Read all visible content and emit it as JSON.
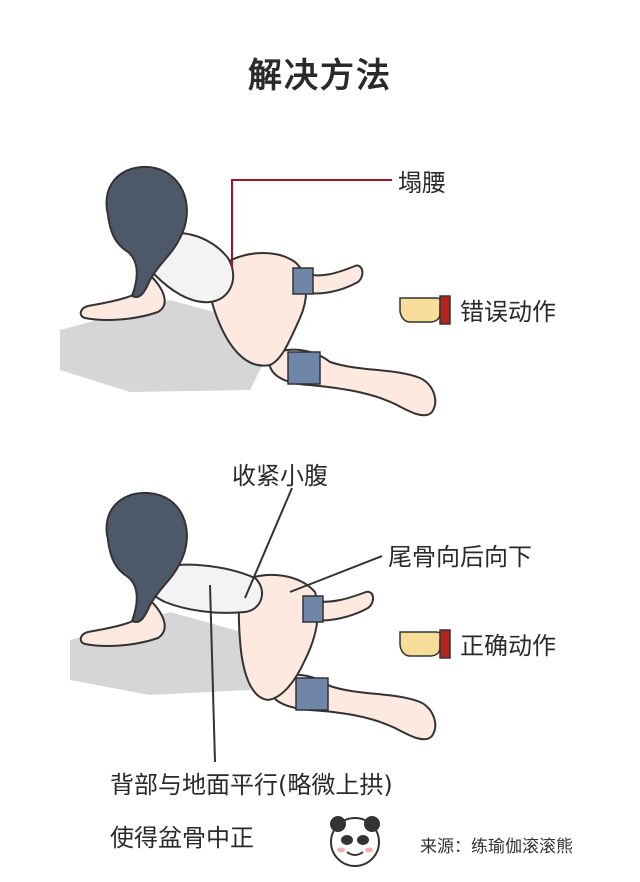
{
  "title": "解决方法",
  "wrong": {
    "annotation": "塌腰",
    "tag": "错误动作"
  },
  "correct": {
    "annotation_belly": "收紧小腹",
    "annotation_tailbone": "尾骨向后向下",
    "tag": "正确动作",
    "note_line1": "背部与地面平行(略微上拱)",
    "note_line2": "使得盆骨中正"
  },
  "credit": "来源：练瑜伽滚滚熊",
  "colors": {
    "callout_wrong": "#a3162a",
    "line_dark": "#333333",
    "hair": "#4d5968",
    "skin": "#fde9df",
    "shadow": "#d6d6d6",
    "band": "#6f86a8",
    "pointer_skin": "#f6dd9a",
    "pointer_cuff": "#b3241e"
  }
}
